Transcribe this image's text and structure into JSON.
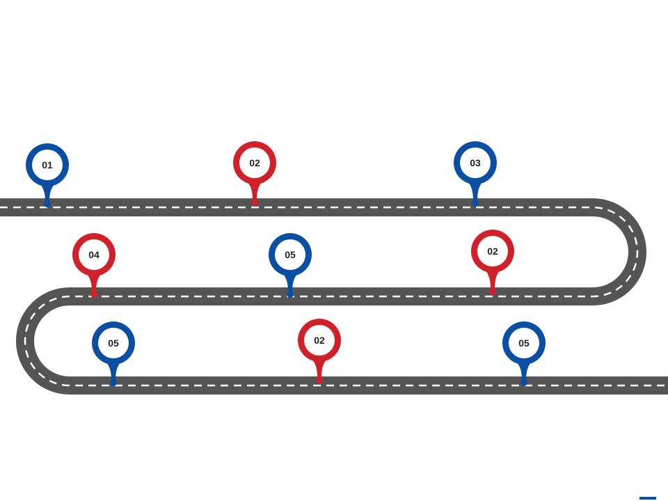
{
  "colors": {
    "road": "#555555",
    "road_dash": "#ffffff",
    "blue": "#0a4fa3",
    "red": "#d0202a",
    "pin_inner": "#ffffff",
    "label": "#222222",
    "corner_mark": "#0a4fa3"
  },
  "milestones": [
    {
      "label": "01",
      "color": "blue"
    },
    {
      "label": "02",
      "color": "red"
    },
    {
      "label": "03",
      "color": "blue"
    },
    {
      "label": "04",
      "color": "red"
    },
    {
      "label": "05",
      "color": "blue"
    },
    {
      "label": "02",
      "color": "red"
    },
    {
      "label": "05",
      "color": "blue"
    },
    {
      "label": "02",
      "color": "red"
    },
    {
      "label": "05",
      "color": "blue"
    }
  ]
}
